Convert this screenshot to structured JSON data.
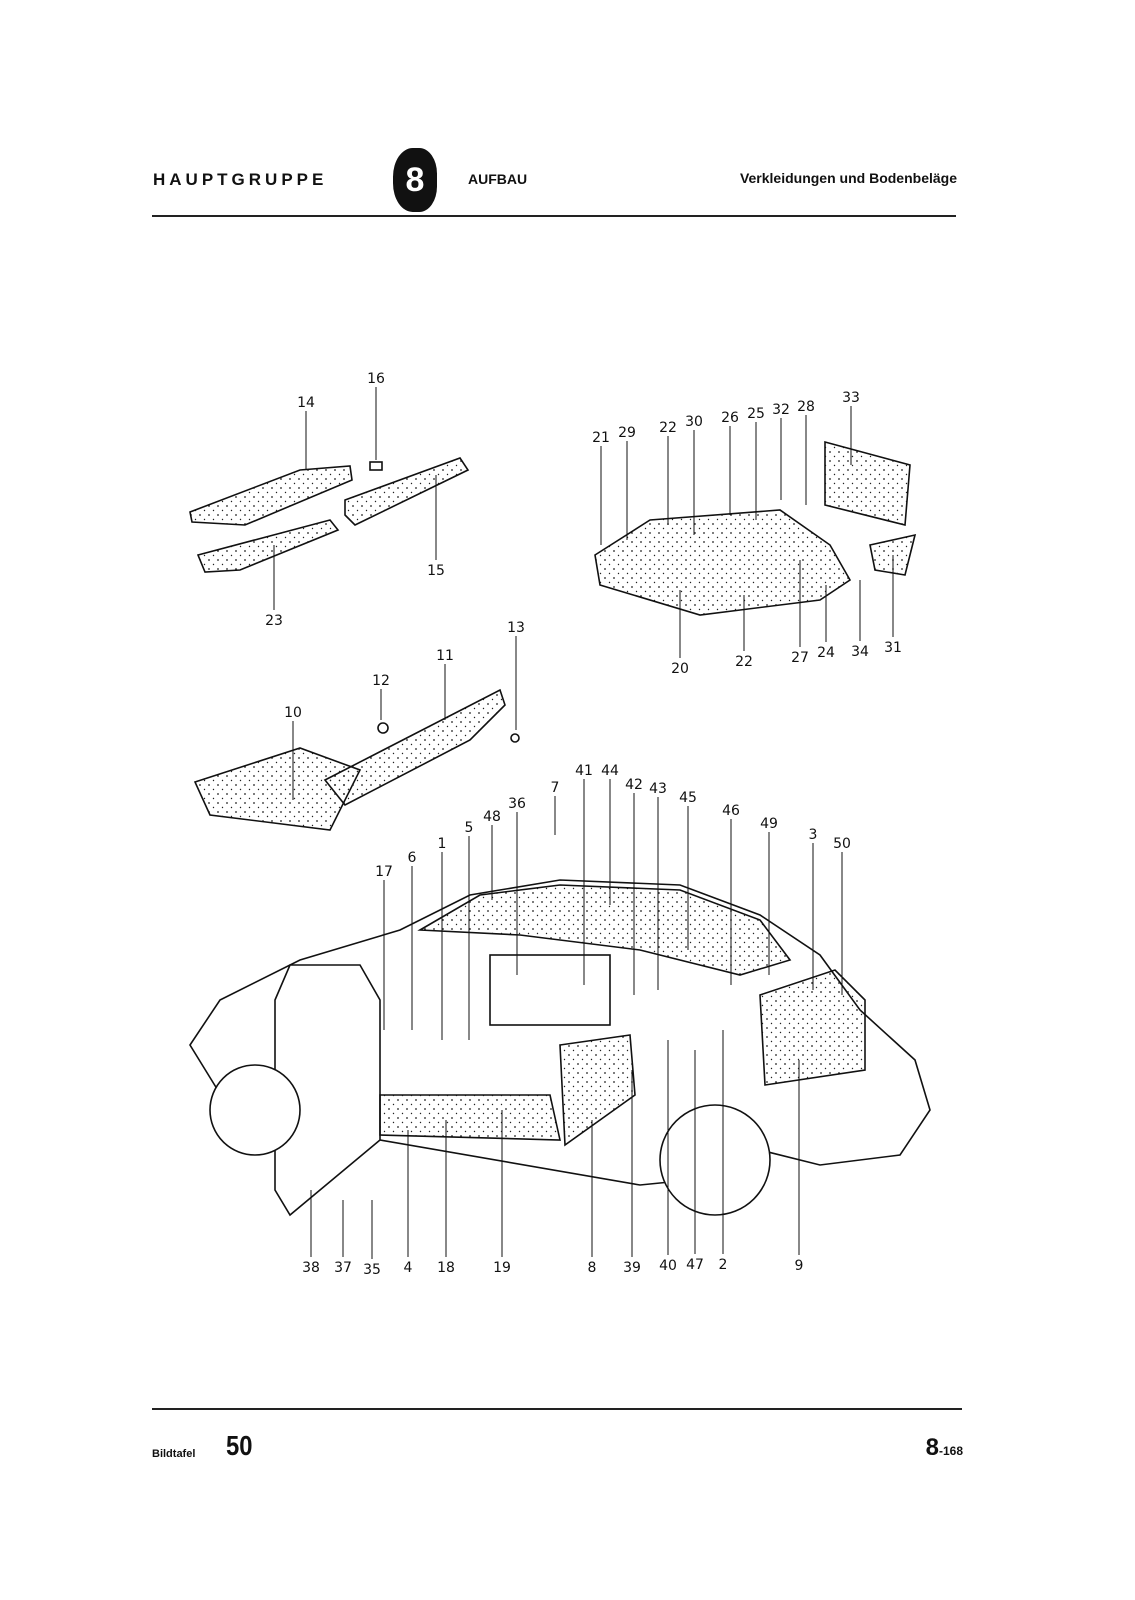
{
  "header": {
    "group_label": "HAUPTGRUPPE",
    "group_number": "8",
    "section": "AUFBAU",
    "subtitle": "Verkleidungen und Bodenbeläge"
  },
  "footer": {
    "plate_label": "Bildtafel",
    "plate_number": "50",
    "page_main": "8",
    "page_sub": "-168"
  },
  "diagram": {
    "callouts": [
      "16",
      "14",
      "23",
      "15",
      "21",
      "29",
      "22",
      "30",
      "26",
      "25",
      "32",
      "28",
      "33",
      "20",
      "22",
      "27",
      "24",
      "34",
      "31",
      "13",
      "11",
      "12",
      "10",
      "41",
      "44",
      "42",
      "43",
      "7",
      "36",
      "48",
      "5",
      "1",
      "6",
      "17",
      "45",
      "46",
      "49",
      "3",
      "50",
      "38",
      "37",
      "35",
      "4",
      "18",
      "19",
      "8",
      "39",
      "40",
      "47",
      "2",
      "9"
    ]
  }
}
